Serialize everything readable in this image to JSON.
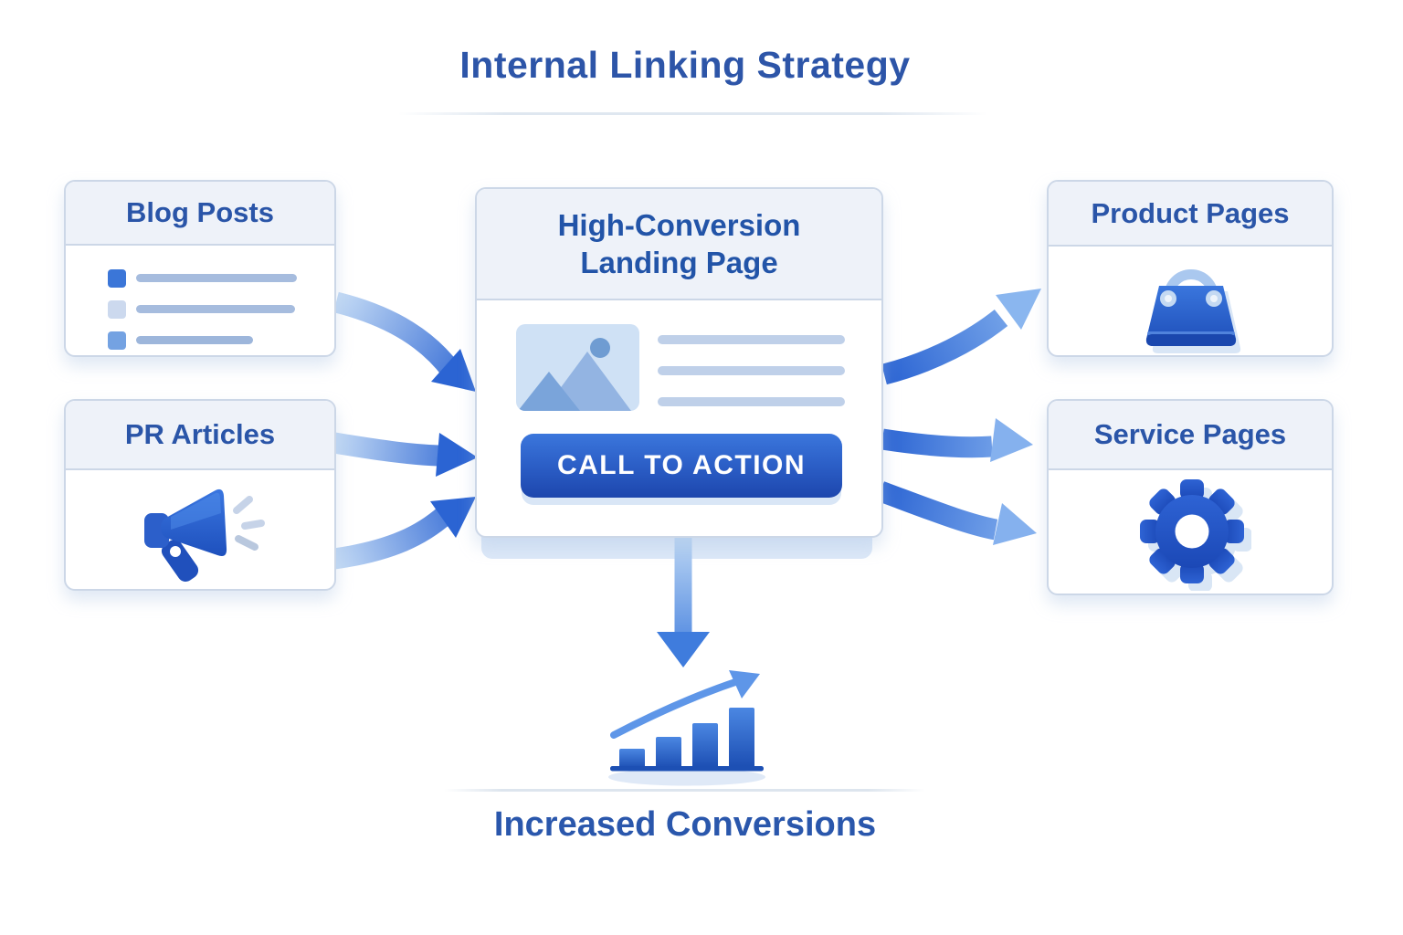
{
  "title": "Internal Linking Strategy",
  "sources": [
    {
      "id": "blog_posts",
      "label": "Blog Posts",
      "icon": "document-list-icon"
    },
    {
      "id": "pr_articles",
      "label": "PR Articles",
      "icon": "megaphone-icon"
    }
  ],
  "hub": {
    "id": "landing_page",
    "label": "High-Conversion Landing Page",
    "label_line1": "High-Conversion",
    "label_line2": "Landing Page",
    "cta_label": "CALL TO ACTION",
    "body_icons": [
      "image-placeholder-icon",
      "text-lines"
    ]
  },
  "destinations": [
    {
      "id": "product_pages",
      "label": "Product Pages",
      "icon": "shopping-bag-icon"
    },
    {
      "id": "service_pages",
      "label": "Service Pages",
      "icon": "gear-icon"
    }
  ],
  "outcome": {
    "id": "increased_conversions",
    "label": "Increased Conversions",
    "icon": "growth-bar-chart-icon",
    "chart_bars": [
      22,
      35,
      50,
      67
    ]
  },
  "edges": [
    {
      "from": "blog_posts",
      "to": "landing_page"
    },
    {
      "from": "pr_articles",
      "to": "landing_page"
    },
    {
      "from": "pr_articles",
      "to": "landing_page"
    },
    {
      "from": "landing_page",
      "to": "product_pages"
    },
    {
      "from": "landing_page",
      "to": "service_pages"
    },
    {
      "from": "landing_page",
      "to": "service_pages"
    },
    {
      "from": "landing_page",
      "to": "increased_conversions"
    }
  ],
  "colors": {
    "background": "#ffffff",
    "title_text": "#2d55a8",
    "node_header_bg": "#eef2f9",
    "node_border": "#ccd7e7",
    "arrow_strong": "#2b64d3",
    "arrow_light": "#a9c9f0",
    "cta_top": "#3b76dc",
    "cta_bottom": "#1d46ad"
  }
}
